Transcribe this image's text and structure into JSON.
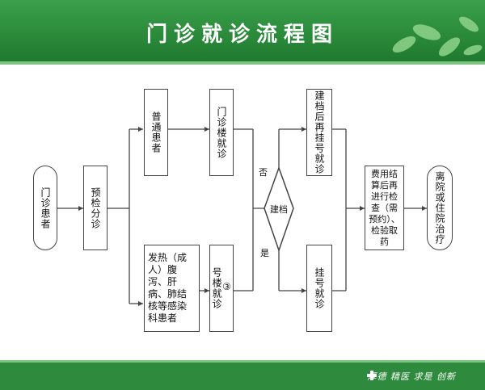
{
  "header": {
    "title": "门诊就诊流程图",
    "colors": {
      "top": "#2e8a3c",
      "bottom": "#1d6b2b"
    }
  },
  "nodes": {
    "start": "门诊患者",
    "triage": "预检分诊",
    "general_patient": "普通患者",
    "general_building": "门诊楼就诊",
    "fever_patient": "发热（成人）腹泻、肝病、肺结核等感染科患者",
    "building3_num": "③",
    "building3": "号楼就诊",
    "decision": "建档",
    "create_file": "建档后再挂号就诊",
    "register": "挂号就诊",
    "payment": "费用结算后再进行检查（需预约）、检验取药",
    "end": "离院或住院治疗"
  },
  "edge_labels": {
    "no": "否",
    "yes": "是"
  },
  "footer": {
    "slogan": "厚德 精医 求是 创新"
  },
  "colors": {
    "line": "#444444",
    "brand_green": "#2e8a3c"
  }
}
